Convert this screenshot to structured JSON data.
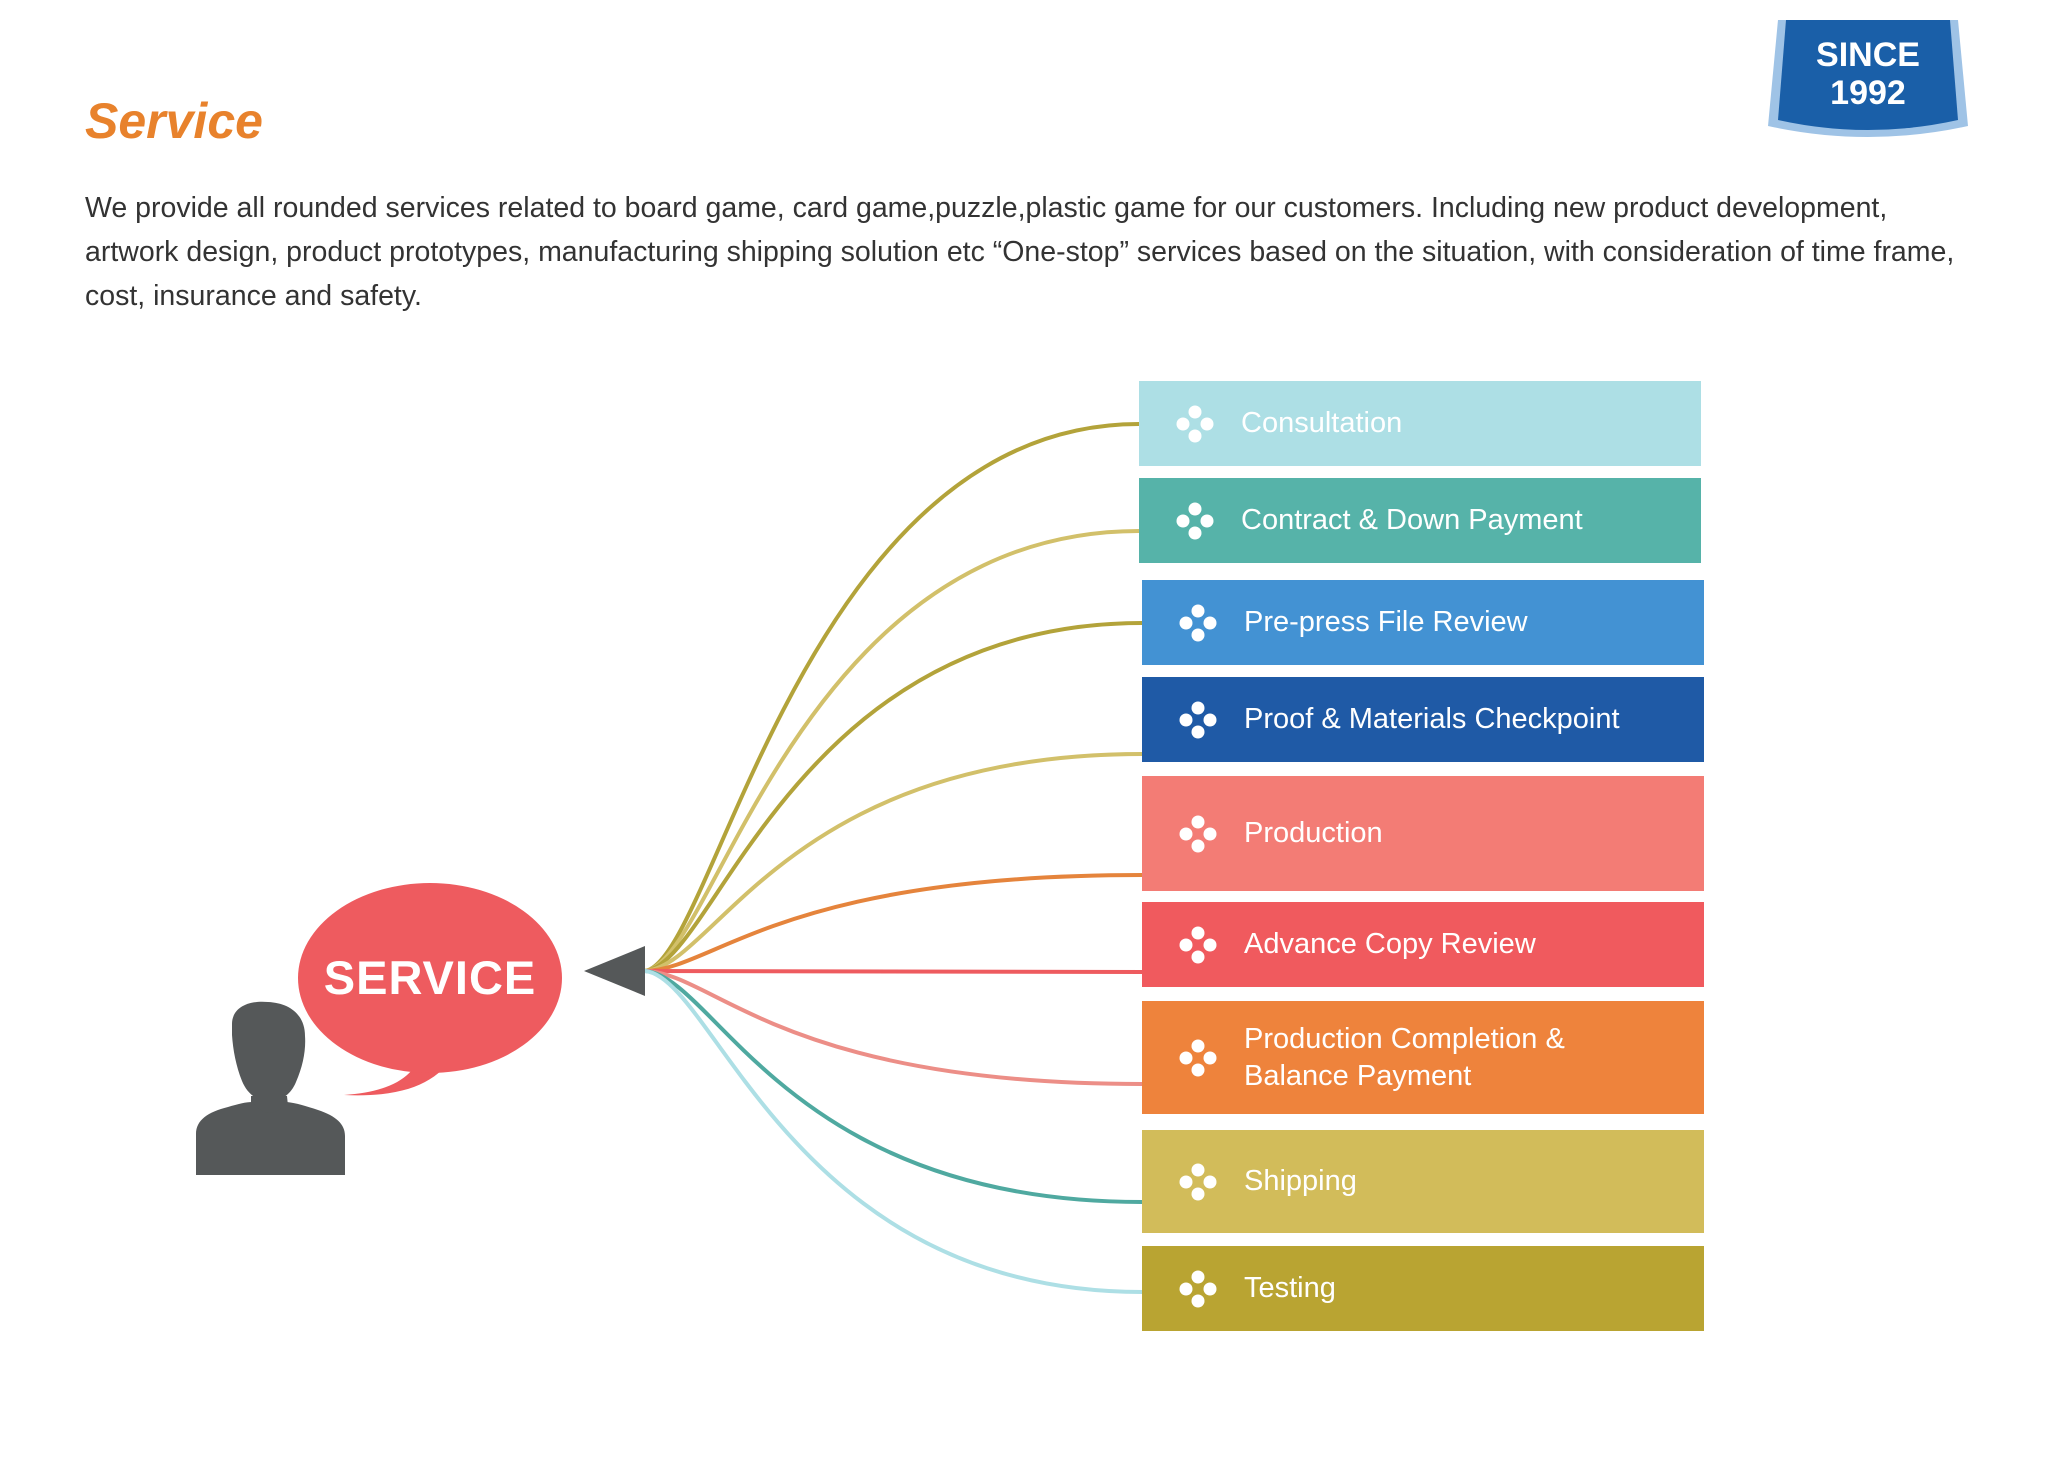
{
  "header": {
    "title": "Service",
    "title_color": "#E8822C",
    "intro": "We provide all rounded services related to board game, card game,puzzle,plastic game for our customers. Including new product development, artwork design, product prototypes, manufacturing shipping solution etc “One-stop” services based on the situation, with consideration of time frame, cost, insurance and safety."
  },
  "badge": {
    "line1": "SINCE",
    "line2": "1992",
    "color": "#1A5FA8"
  },
  "diagram": {
    "bubble_label": "SERVICE",
    "bubble_color": "#EE5B5F",
    "person_icon": "person-silhouette-icon",
    "arrow_icon": "arrow-head-icon",
    "step_icon": "four-dots-icon",
    "steps": [
      {
        "label": "Consultation",
        "color": "#ADDFE5",
        "line_color": "#B3A33A"
      },
      {
        "label": "Contract & Down Payment",
        "color": "#56B3A9",
        "line_color": "#D2C06A"
      },
      {
        "label": "Pre-press File Review",
        "color": "#4392D3",
        "line_color": "#B3A33A"
      },
      {
        "label": "Proof & Materials Checkpoint",
        "color": "#1F5AA6",
        "line_color": "#D2C06A"
      },
      {
        "label": "Production",
        "color": "#F37C75",
        "line_color": "#E5843C"
      },
      {
        "label": "Advance Copy Review",
        "color": "#F05A5E",
        "line_color": "#EE5B5F"
      },
      {
        "label": "Production Completion & Balance Payment",
        "color": "#EE833C",
        "line_color": "#EC8E87"
      },
      {
        "label": "Shipping",
        "color": "#D2BC5A",
        "line_color": "#4FA9A0"
      },
      {
        "label": "Testing",
        "color": "#B9A432",
        "line_color": "#ADDFE5"
      }
    ]
  }
}
